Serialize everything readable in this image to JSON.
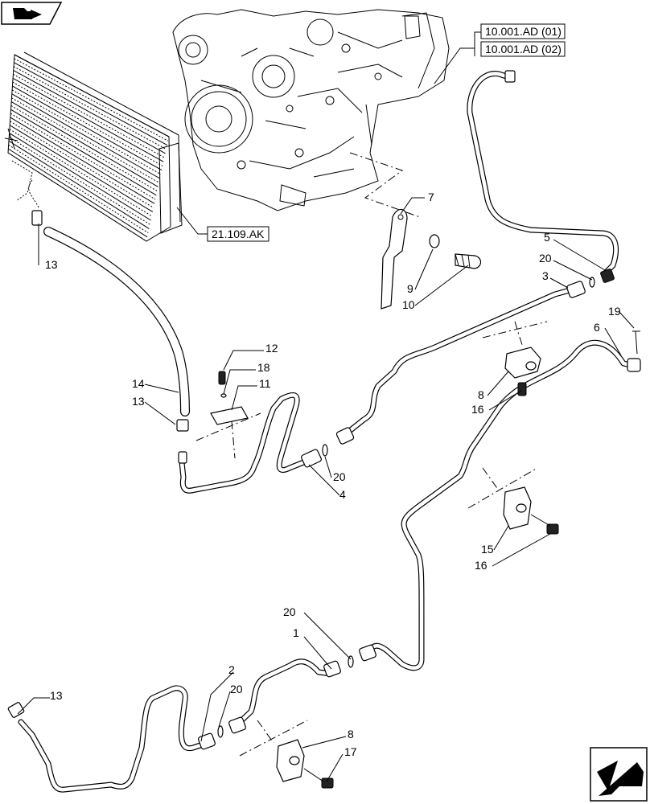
{
  "references": {
    "engine_1": "10.001.AD (01)",
    "engine_2": "10.001.AD (02)",
    "radiator": "21.109.AK"
  },
  "callouts": {
    "c1": "1",
    "c2": "2",
    "c3": "3",
    "c4": "4",
    "c5": "5",
    "c6": "6",
    "c7": "7",
    "c8a": "8",
    "c8b": "8",
    "c9": "9",
    "c10": "10",
    "c11": "11",
    "c12": "12",
    "c13a": "13",
    "c13b": "13",
    "c13c": "13",
    "c14": "14",
    "c15": "15",
    "c16a": "16",
    "c16b": "16",
    "c17": "17",
    "c18": "18",
    "c19": "19",
    "c20a": "20",
    "c20b": "20",
    "c20c": "20",
    "c20d": "20"
  },
  "icons": {
    "top_left": "book-arrow-icon",
    "bottom_right": "navigation-arrow-icon"
  }
}
